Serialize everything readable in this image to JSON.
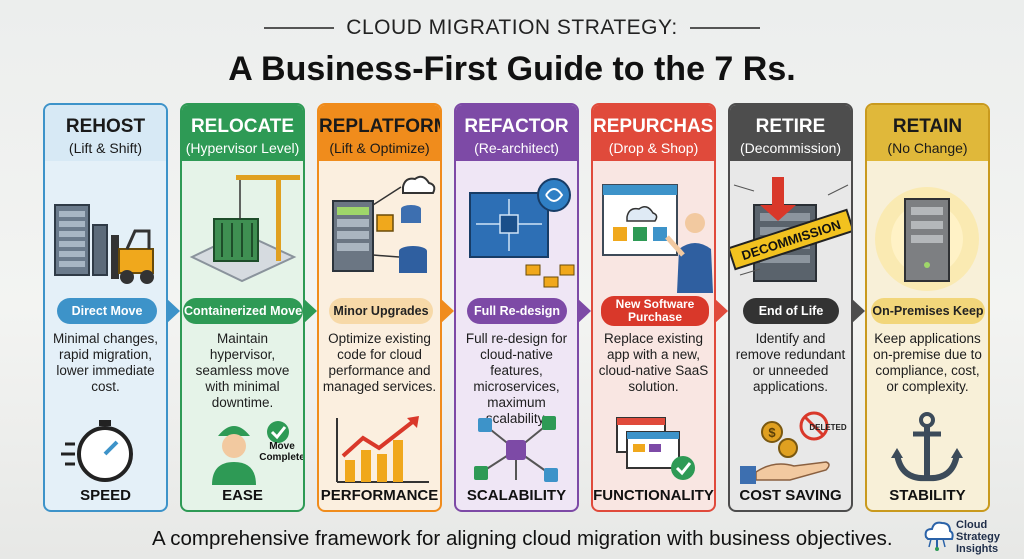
{
  "header": {
    "kicker": "CLOUD MIGRATION STRATEGY:",
    "title": "A Business-First Guide to the 7 Rs."
  },
  "colors": {
    "rehost": "#3d93c9",
    "relocate": "#2e9a55",
    "replatform": "#f08c1c",
    "refactor": "#7d4aa6",
    "repurchase": "#e04a3b",
    "retire": "#4d4d4d",
    "retain": "#c99a1e"
  },
  "cards": [
    {
      "name": "REHOST",
      "sub": "(Lift & Shift)",
      "pill": "Direct Move",
      "desc": "Minimal changes, rapid migration, lower immediate cost.",
      "foot": "SPEED",
      "icon": "forklift-server-icon",
      "icon2": "stopwatch-icon"
    },
    {
      "name": "RELOCATE",
      "sub": "(Hypervisor Level)",
      "pill": "Containerized Move",
      "desc": "Maintain hypervisor, seamless move with minimal downtime.",
      "foot": "EASE",
      "icon": "crane-container-icon",
      "icon2": "worker-check-icon",
      "badge": "Move Complete"
    },
    {
      "name": "REPLATFORM",
      "sub": "(Lift & Optimize)",
      "pill": "Minor Upgrades",
      "desc": "Optimize existing code for cloud performance and managed services.",
      "foot": "PERFORMANCE",
      "icon": "server-database-cloud-icon",
      "icon2": "growth-chart-icon"
    },
    {
      "name": "REFACTOR",
      "sub": "(Re-architect)",
      "pill": "Full Re-design",
      "desc": "Full re-design for cloud-native features, microservices, maximum scalability.",
      "foot": "SCALABILITY",
      "icon": "blueprint-brain-icon",
      "icon2": "network-nodes-icon"
    },
    {
      "name": "REPURCHASE",
      "sub": "(Drop & Shop)",
      "pill": "New Software Purchase",
      "desc": "Replace existing app with a new, cloud-native SaaS solution.",
      "foot": "FUNCTIONALITY",
      "icon": "saas-store-person-icon",
      "icon2": "app-windows-check-icon"
    },
    {
      "name": "RETIRE",
      "sub": "(Decommission)",
      "pill": "End of Life",
      "desc": "Identify and remove redundant or unneeded applications.",
      "foot": "COST SAVING",
      "icon": "decommission-server-icon",
      "icon2": "hand-coins-icon",
      "banner": "DECOMMISSION",
      "stamp": "DELETED"
    },
    {
      "name": "RETAIN",
      "sub": "(No Change)",
      "pill": "On-Premises Keep",
      "desc": "Keep applications on-premise due to compliance, cost, or complexity.",
      "foot": "STABILITY",
      "icon": "glowing-server-icon",
      "icon2": "anchor-icon"
    }
  ],
  "footer": "A comprehensive framework for aligning cloud migration with business objectives.",
  "brand": {
    "line1": "Cloud",
    "line2": "Strategy",
    "line3": "Insights"
  }
}
